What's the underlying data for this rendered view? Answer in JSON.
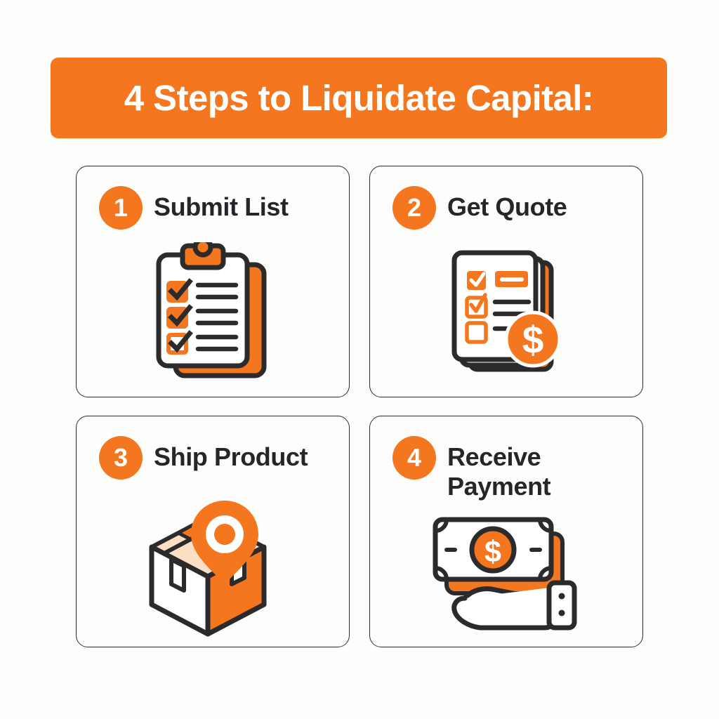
{
  "page": {
    "background_color": "#fdfdfc",
    "accent_color": "#F4761E",
    "ink_color": "#25262a"
  },
  "header": {
    "title": "4 Steps to Liquidate Capital:",
    "background_color": "#F4761E",
    "text_color": "#ffffff"
  },
  "steps": [
    {
      "number": "1",
      "title": "Submit List",
      "icon": "clipboard-checklist-icon"
    },
    {
      "number": "2",
      "title": "Get Quote",
      "icon": "quote-documents-dollar-icon"
    },
    {
      "number": "3",
      "title": "Ship Product",
      "icon": "open-box-location-pin-icon"
    },
    {
      "number": "4",
      "title": "Receive Payment",
      "icon": "hand-cash-dollar-icon"
    }
  ]
}
